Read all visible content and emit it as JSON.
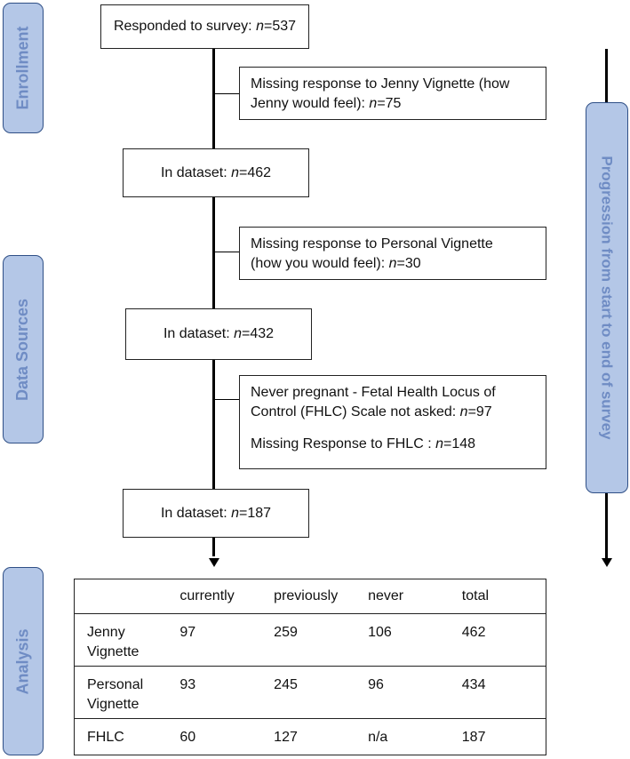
{
  "side_labels": {
    "enrollment": "Enrollment",
    "data_sources": "Data Sources",
    "analysis": "Analysis"
  },
  "progression_label": "Progression from start to end of survey",
  "flow": {
    "responded": {
      "text": "Responded to survey: ",
      "n_label": "n",
      "n_value": "=537"
    },
    "excl1": {
      "line1": "Missing response to Jenny Vignette (how",
      "line2_text": "Jenny would feel): ",
      "n_label": "n",
      "n_value": "=75"
    },
    "dataset1": {
      "text": "In dataset: ",
      "n_label": "n",
      "n_value": "=462"
    },
    "excl2": {
      "line1": "Missing response to Personal Vignette",
      "line2_text": "(how you would feel): ",
      "n_label": "n",
      "n_value": "=30"
    },
    "dataset2": {
      "text": "In dataset: ",
      "n_label": "n",
      "n_value": "=432"
    },
    "excl3": {
      "line1": "Never pregnant - Fetal Health Locus of",
      "line2_text": "Control (FHLC) Scale not asked: ",
      "line2_n_label": "n",
      "line2_n_value": "=97",
      "line3_text": "Missing Response to FHLC : ",
      "line3_n_label": "n",
      "line3_n_value": "=148"
    },
    "dataset3": {
      "text": "In dataset: ",
      "n_label": "n",
      "n_value": "=187"
    }
  },
  "table": {
    "headers": [
      "",
      "currently",
      "previously",
      "never",
      "total"
    ],
    "rows": [
      {
        "label_line1": "Jenny",
        "label_line2": "Vignette",
        "currently": "97",
        "previously": "259",
        "never": "106",
        "total": "462"
      },
      {
        "label_line1": "Personal",
        "label_line2": "Vignette",
        "currently": "93",
        "previously": "245",
        "never": "96",
        "total": "434"
      },
      {
        "label_line1": "FHLC",
        "label_line2": "",
        "currently": "60",
        "previously": "127",
        "never": "n/a",
        "total": "187"
      }
    ]
  },
  "colors": {
    "label_fill": "#b4c7e7",
    "label_text": "#6f8cc4",
    "label_border": "#2f4f86"
  }
}
